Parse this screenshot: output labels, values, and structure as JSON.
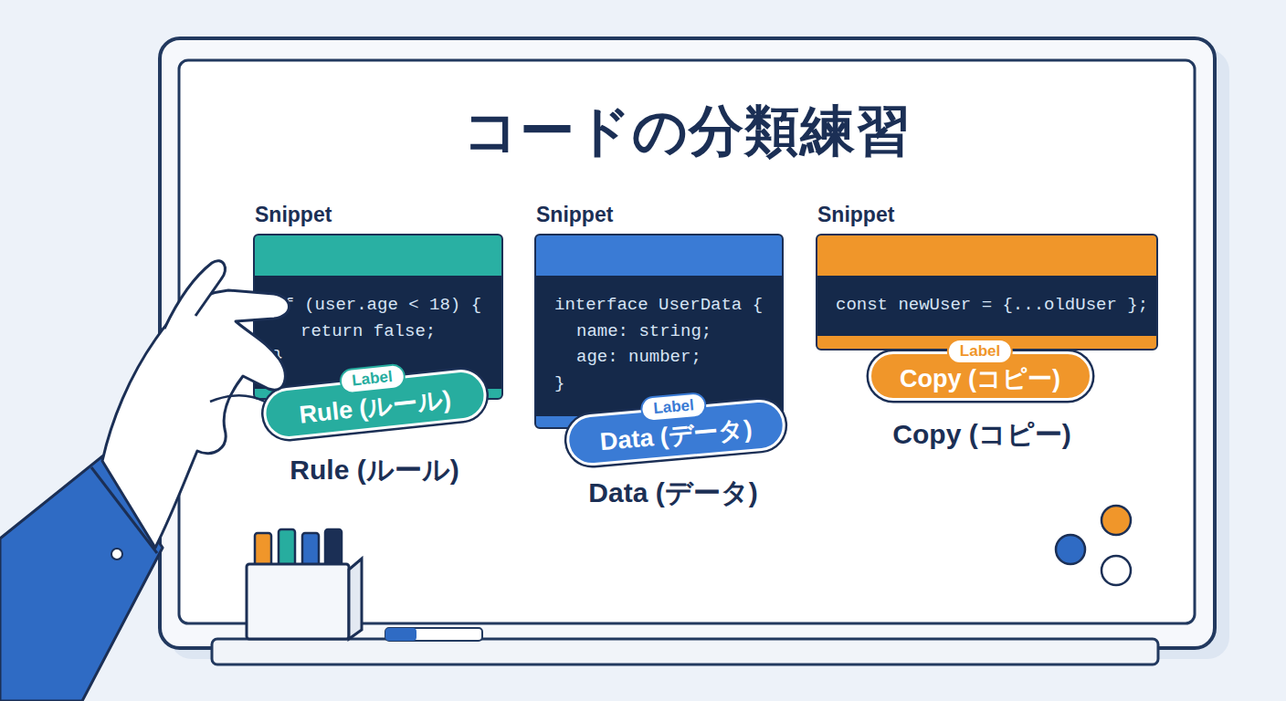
{
  "diagram": {
    "title": "コードの分類練習",
    "nodes": [
      {
        "text": [
          "Snippet",
          "if (user.age < 18) {",
          "return false;",
          "}"
        ]
      },
      {
        "text": [
          "Label",
          "Rule (ルール)"
        ]
      },
      {
        "text": [
          "Snippet",
          "interface UserData {",
          "name: string;",
          "age: number;",
          "}"
        ]
      },
      {
        "text": [
          "Label",
          "Data (データ)"
        ]
      },
      {
        "text": [
          "Snippet",
          "const newUser = {...oldUser };"
        ]
      },
      {
        "text": [
          "Label",
          "Copy (コピー)"
        ]
      }
    ],
    "labels": [
      "Rule (ルール)",
      "Data (データ)",
      "Copy (コピー)"
    ]
  }
}
